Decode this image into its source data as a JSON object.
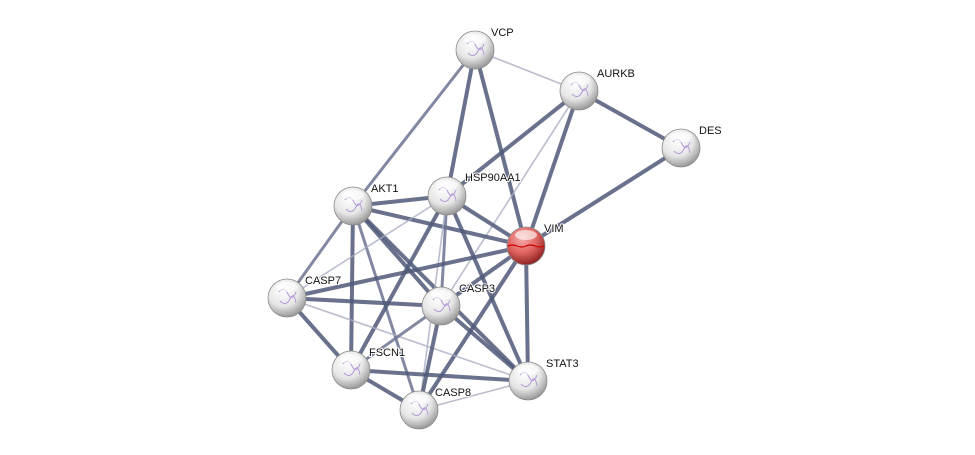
{
  "network": {
    "query_node": "VIM",
    "colors": {
      "edge_strong": "#4f5878",
      "edge_medium": "#6c7391",
      "edge_weak": "#a9adc2",
      "query_node": "#d9534f",
      "node": "#e8e8e8"
    },
    "nodes": [
      "VCP",
      "AURKB",
      "DES",
      "HSP90AA1",
      "AKT1",
      "VIM",
      "CASP7",
      "CASP3",
      "FSCN1",
      "STAT3",
      "CASP8"
    ],
    "edges": [
      [
        "VCP",
        "AURKB",
        "weak"
      ],
      [
        "VCP",
        "AKT1",
        "medium"
      ],
      [
        "VCP",
        "HSP90AA1",
        "strong"
      ],
      [
        "VCP",
        "VIM",
        "strong"
      ],
      [
        "AURKB",
        "HSP90AA1",
        "strong"
      ],
      [
        "AURKB",
        "CASP3",
        "weak"
      ],
      [
        "AURKB",
        "VIM",
        "strong"
      ],
      [
        "AURKB",
        "DES",
        "strong"
      ],
      [
        "DES",
        "VIM",
        "strong"
      ],
      [
        "AKT1",
        "HSP90AA1",
        "strong"
      ],
      [
        "AKT1",
        "VIM",
        "strong"
      ],
      [
        "AKT1",
        "CASP7",
        "medium"
      ],
      [
        "AKT1",
        "CASP3",
        "strong"
      ],
      [
        "AKT1",
        "FSCN1",
        "strong"
      ],
      [
        "AKT1",
        "CASP8",
        "medium"
      ],
      [
        "AKT1",
        "STAT3",
        "strong"
      ],
      [
        "HSP90AA1",
        "VIM",
        "strong"
      ],
      [
        "HSP90AA1",
        "CASP7",
        "weak"
      ],
      [
        "HSP90AA1",
        "CASP3",
        "medium"
      ],
      [
        "HSP90AA1",
        "FSCN1",
        "strong"
      ],
      [
        "HSP90AA1",
        "STAT3",
        "strong"
      ],
      [
        "HSP90AA1",
        "CASP8",
        "weak"
      ],
      [
        "VIM",
        "CASP7",
        "strong"
      ],
      [
        "VIM",
        "CASP3",
        "strong"
      ],
      [
        "VIM",
        "STAT3",
        "strong"
      ],
      [
        "VIM",
        "CASP8",
        "strong"
      ],
      [
        "CASP7",
        "CASP3",
        "strong"
      ],
      [
        "CASP7",
        "FSCN1",
        "strong"
      ],
      [
        "CASP7",
        "STAT3",
        "weak"
      ],
      [
        "CASP3",
        "FSCN1",
        "medium"
      ],
      [
        "CASP3",
        "CASP8",
        "strong"
      ],
      [
        "CASP3",
        "STAT3",
        "strong"
      ],
      [
        "FSCN1",
        "STAT3",
        "strong"
      ],
      [
        "FSCN1",
        "CASP8",
        "strong"
      ],
      [
        "CASP8",
        "STAT3",
        "weak"
      ]
    ]
  }
}
